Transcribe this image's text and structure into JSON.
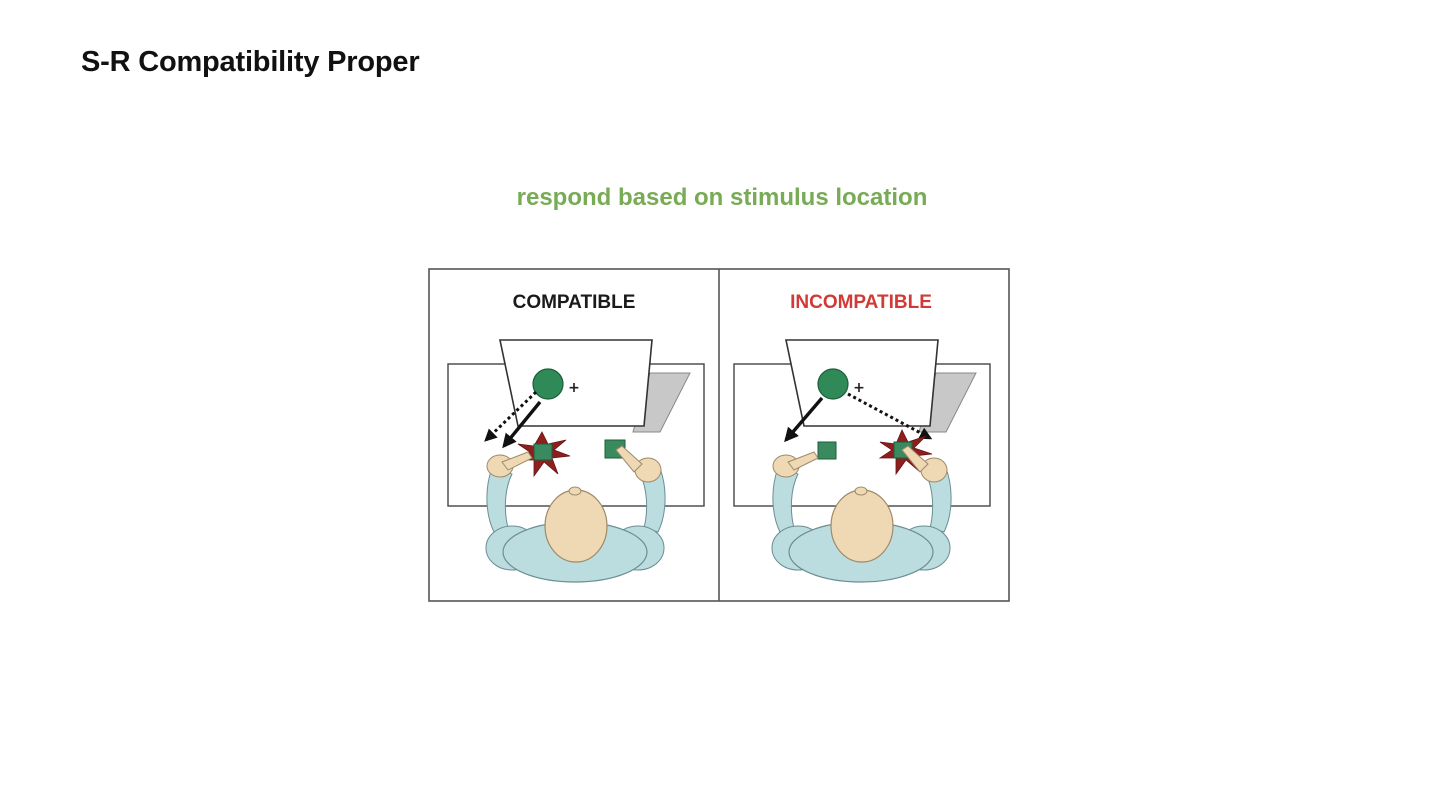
{
  "slide": {
    "title": "S-R Compatibility Proper",
    "subtitle": "respond based on stimulus location"
  },
  "colors": {
    "subtitle": "#78ab55",
    "compatible_label": "#1a1a1a",
    "incompatible_label": "#d13a36",
    "stimulus": "#2f8a57",
    "button": "#3a8a60",
    "skin": "#efd9b4",
    "shirt": "#bcdde0",
    "burst": "#8d1f1f",
    "panel_border": "#555555"
  },
  "panels": [
    {
      "label": "COMPATIBLE",
      "stimulus_side": "left",
      "response_side": "left",
      "icons": [
        "monitor-icon",
        "stimulus-circle-icon",
        "fixation-cross-icon",
        "response-button-icon",
        "press-burst-icon",
        "person-topview-icon",
        "arrow-icon"
      ]
    },
    {
      "label": "INCOMPATIBLE",
      "stimulus_side": "left",
      "response_side": "right",
      "icons": [
        "monitor-icon",
        "stimulus-circle-icon",
        "fixation-cross-icon",
        "response-button-icon",
        "press-burst-icon",
        "person-topview-icon",
        "arrow-icon"
      ]
    }
  ]
}
